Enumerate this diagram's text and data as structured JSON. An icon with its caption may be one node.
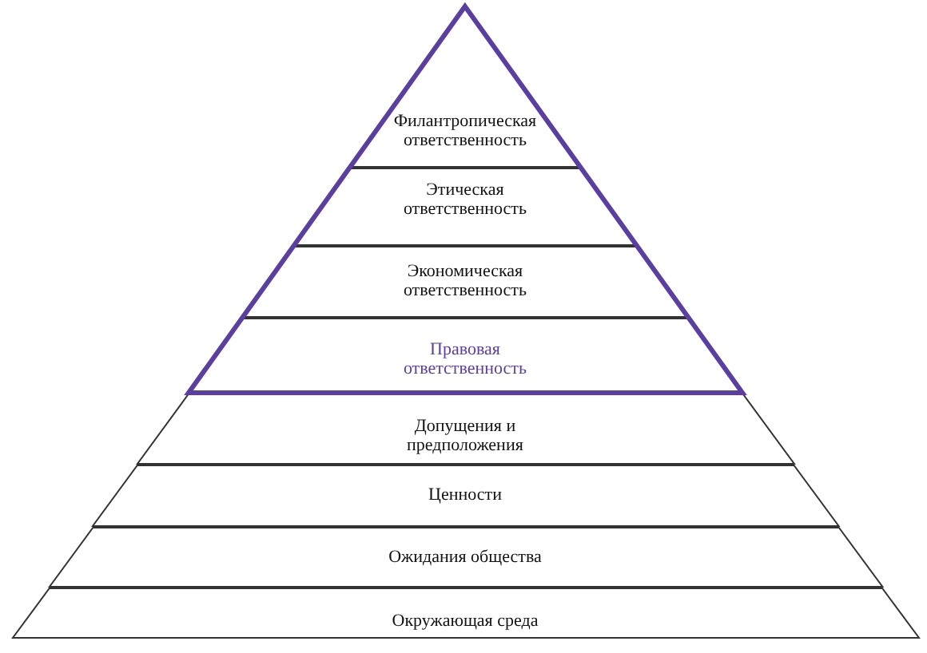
{
  "diagram": {
    "nodes": [
      {
        "text": [],
        "shape": "triangle"
      },
      {
        "text": [
          "Филантропическая ответственность"
        ],
        "in": 0
      },
      {
        "text": [
          "Этическая ответственность"
        ],
        "in": 0
      },
      {
        "text": [
          "Экономическая ответственность"
        ],
        "in": 0
      },
      {
        "text": [
          "Правовая ответственность"
        ],
        "in": 0
      },
      {
        "text": [
          "Допущения и предположения"
        ]
      },
      {
        "text": [
          "Ценности"
        ]
      },
      {
        "text": [
          "Ожидания общества"
        ]
      },
      {
        "text": [
          "Окружающая среда"
        ]
      }
    ]
  }
}
